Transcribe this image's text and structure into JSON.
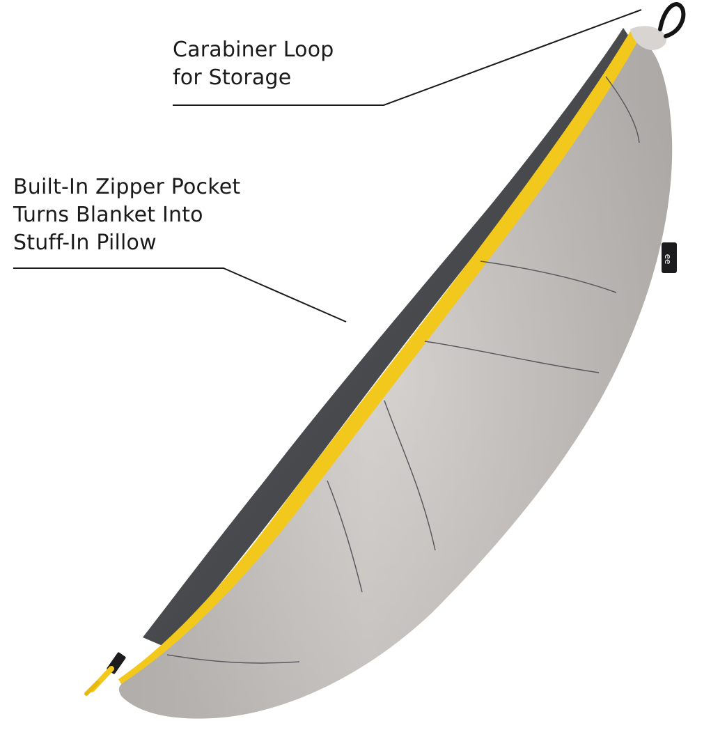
{
  "callouts": {
    "carabiner": {
      "lines": [
        "Carabiner Loop",
        "for Storage"
      ]
    },
    "zipper": {
      "lines": [
        "Built-In Zipper Pocket",
        "Turns Blanket Into",
        "Stuff-In Pillow"
      ]
    }
  },
  "product": {
    "label_icon": "brand-label-icon",
    "loop_icon": "carabiner-loop-icon",
    "zipper_pull_icon": "zipper-pull-icon"
  },
  "colors": {
    "background": "#ffffff",
    "shell_light": "#cfcbc8",
    "shell_shadow": "#a9a5a2",
    "inner_dark": "#45474b",
    "zipper_yellow": "#f3c81c",
    "stitch": "#5a5a5e",
    "leader_line": "#1a1a1a",
    "text": "#1a1a1a"
  }
}
